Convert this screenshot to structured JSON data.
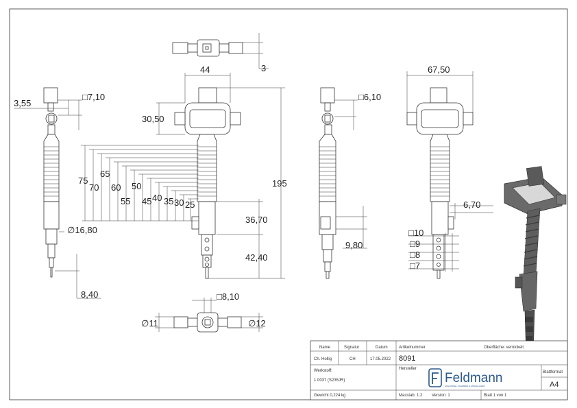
{
  "dimensions": {
    "top_view": "3",
    "width_front": "44",
    "height_handle": "30,50",
    "total_height": "195",
    "side_left_a": "3,55",
    "side_left_sq": "□7,10",
    "side_left_dia": "∅16,80",
    "side_left_bottom": "8,40",
    "steps": [
      "75",
      "70",
      "65",
      "60",
      "55",
      "50",
      "45",
      "40",
      "35",
      "30",
      "25"
    ],
    "lower_a": "36,70",
    "lower_b": "42,40",
    "side_mid_sq": "□6,10",
    "side_mid_b": "9,80",
    "right_width": "67,50",
    "right_c": "6,70",
    "squares": [
      "□10",
      "□9",
      "□8",
      "□7"
    ],
    "bottom_sq": "□8,10",
    "bottom_dia_left": "∅11",
    "bottom_dia_right": "∅12"
  },
  "title_block": {
    "name_label": "Name",
    "signatur_label": "Signatur",
    "datum_label": "Datum",
    "name_value": "Ch. Hollig",
    "signatur_value": "CH",
    "datum_value": "17.05.2022",
    "artikel_label": "Artikelnummer",
    "artikel_value": "8091",
    "oberflaeche": "Oberfläche: vernickelt",
    "werkstoff_label": "Werkstoff:",
    "werkstoff_value": "1.0037 (S235JR)",
    "hersteller_label": "Hersteller",
    "brand": "Feldmann",
    "brand_tagline": "SCHLÜSSEL, KLEMMEN & ANSCHLAGEN",
    "blattformat_label": "Blattformat",
    "blattformat_value": "A4",
    "gewicht": "Gewicht 0,224 kg",
    "massstab": "Masstab: 1:2",
    "version": "Version: 1",
    "blatt": "Blatt 1 von 1"
  }
}
